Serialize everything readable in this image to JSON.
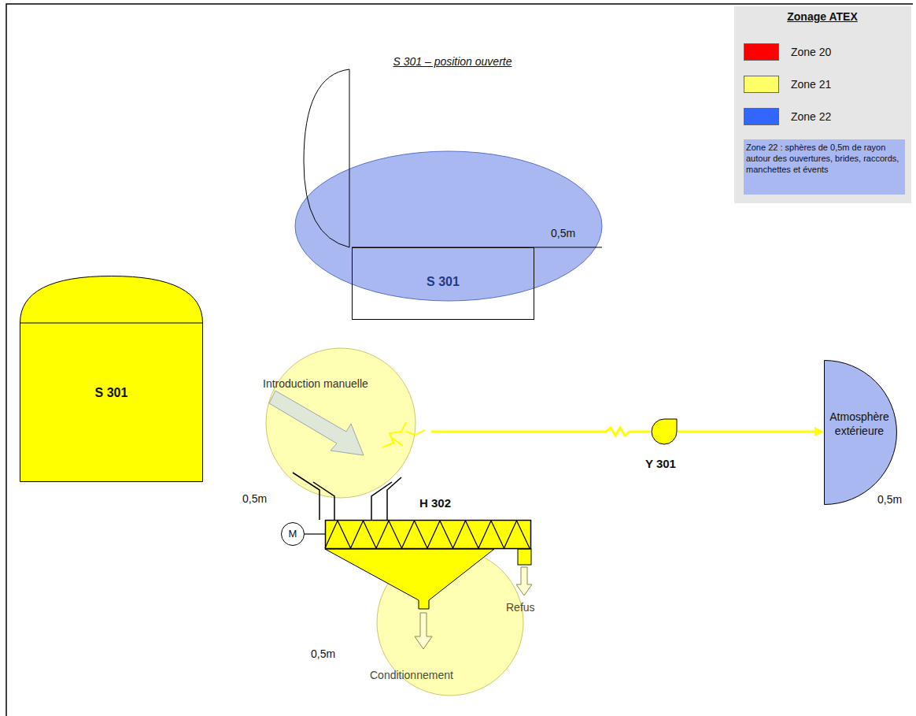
{
  "diagram": {
    "nodes": [
      {
        "text": [
          "S 301"
        ]
      },
      {
        "text": [
          "S 301"
        ]
      },
      {
        "text": [
          "H 302"
        ]
      },
      {
        "text": [
          "M"
        ]
      },
      {
        "text": [
          "Y 301"
        ]
      },
      {
        "text": [
          "Atmosphère extérieure"
        ]
      }
    ],
    "edges": [
      {
        "from": 3,
        "to": 2,
        "arrow": "none"
      },
      {
        "from": 4,
        "to": 5,
        "arrow": "to"
      }
    ],
    "labels": [
      "Zonage ATEX",
      "S 301 – position ouverte",
      "0,5m",
      "Introduction manuelle",
      "0,5m",
      "0,5m",
      "Conditionnement",
      "Refus",
      "0,5m",
      "Zone 22 : sphères de 0,5m de rayon autour des ouvertures, brides, raccords, manchettes et évents"
    ],
    "legend": [
      {
        "text": "Zone 20",
        "color": "#ff0000"
      },
      {
        "text": "Zone 21",
        "color": "#ffff66"
      },
      {
        "text": "Zone 22",
        "color": "#3366ff"
      }
    ]
  }
}
